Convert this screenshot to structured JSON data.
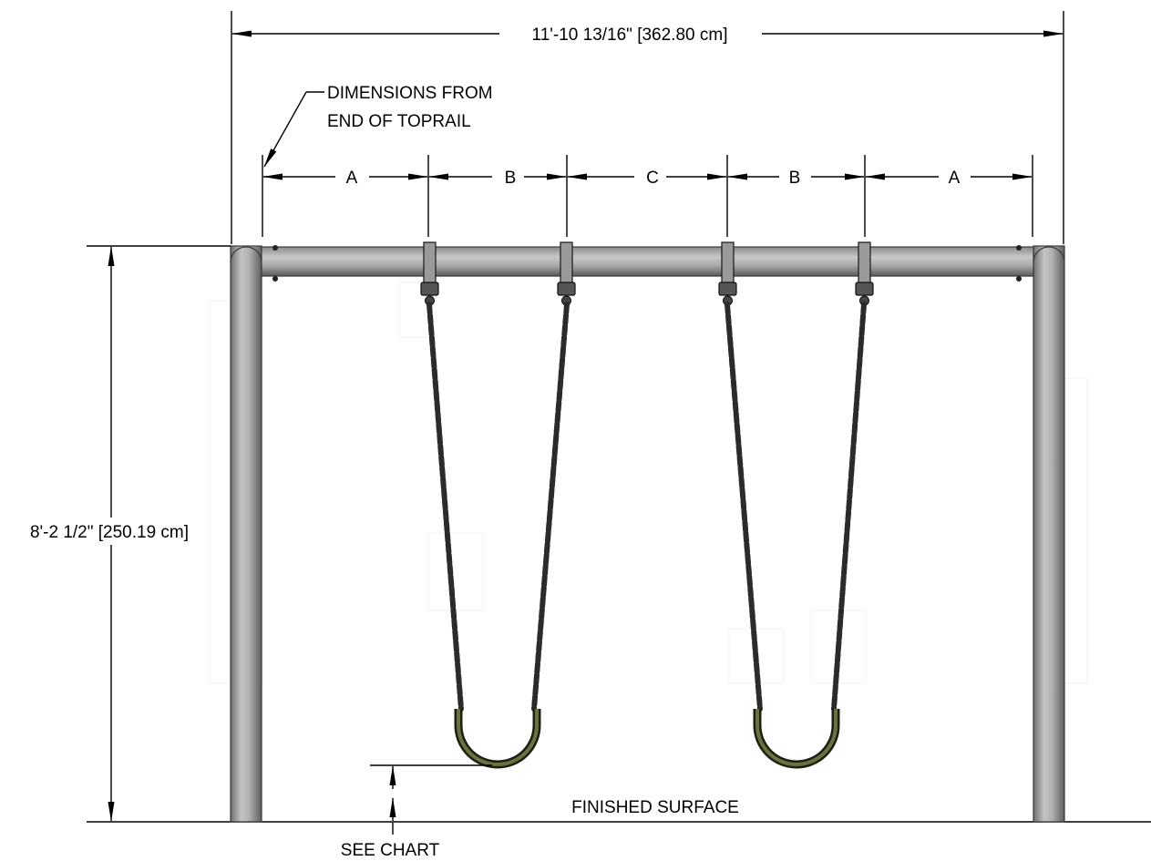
{
  "dimensions": {
    "overall_width": "11'-10 13/16\" [362.80 cm]",
    "overall_height": "8'-2 1/2\" [250.19 cm]"
  },
  "note": {
    "line1": "DIMENSIONS FROM",
    "line2": "END OF TOPRAIL"
  },
  "spacing_labels": {
    "a_left": "A",
    "b_left": "B",
    "c": "C",
    "b_right": "B",
    "a_right": "A"
  },
  "finished_surface": "FINISHED SURFACE",
  "see_chart": "SEE CHART",
  "colors": {
    "pipe": "#a9a9a9",
    "pipe_dark": "#6e6e6e",
    "chain": "#2b2b2b",
    "seat": "#555a38"
  }
}
